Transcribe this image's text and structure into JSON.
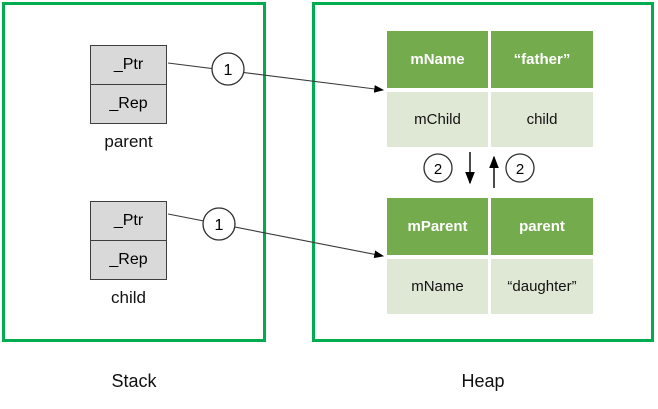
{
  "stack": {
    "label": "Stack",
    "frames": [
      {
        "name": "parent",
        "fields": [
          "_Ptr",
          "_Rep"
        ]
      },
      {
        "name": "child",
        "fields": [
          "_Ptr",
          "_Rep"
        ]
      }
    ]
  },
  "heap": {
    "label": "Heap",
    "objects": [
      {
        "header": [
          "mName",
          "“father”"
        ],
        "body": [
          "mChild",
          "child"
        ]
      },
      {
        "header": [
          "mParent",
          "parent"
        ],
        "body": [
          "mName",
          "“daughter”"
        ]
      }
    ]
  },
  "steps": {
    "one": "1",
    "two": "2"
  },
  "colors": {
    "region_border": "#00AC4F",
    "table_header_bg": "#74AB4D",
    "table_body_bg": "#DFE8D5",
    "frame_bg": "#D9D9D9"
  }
}
